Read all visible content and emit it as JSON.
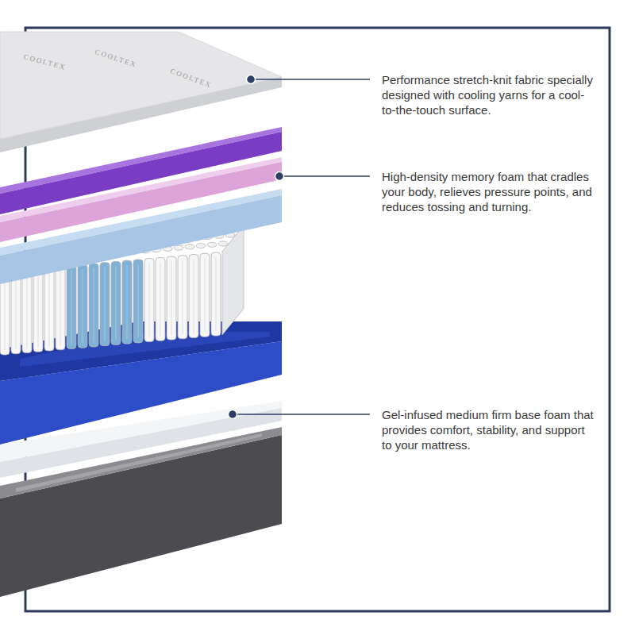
{
  "diagram": {
    "labels": [
      "Performance stretch-knit fabric specially designed with cooling yarns for a cool-to-the-touch surface.",
      "High-density memory foam that cradles your body, relieves pressure points, and reduces tossing and turning.",
      "Gel-infused medium firm base foam that provides comfort, stability, and support to your mattress.",
      "COOLTEX",
      "COOLTEX",
      "COOLTEX"
    ]
  }
}
